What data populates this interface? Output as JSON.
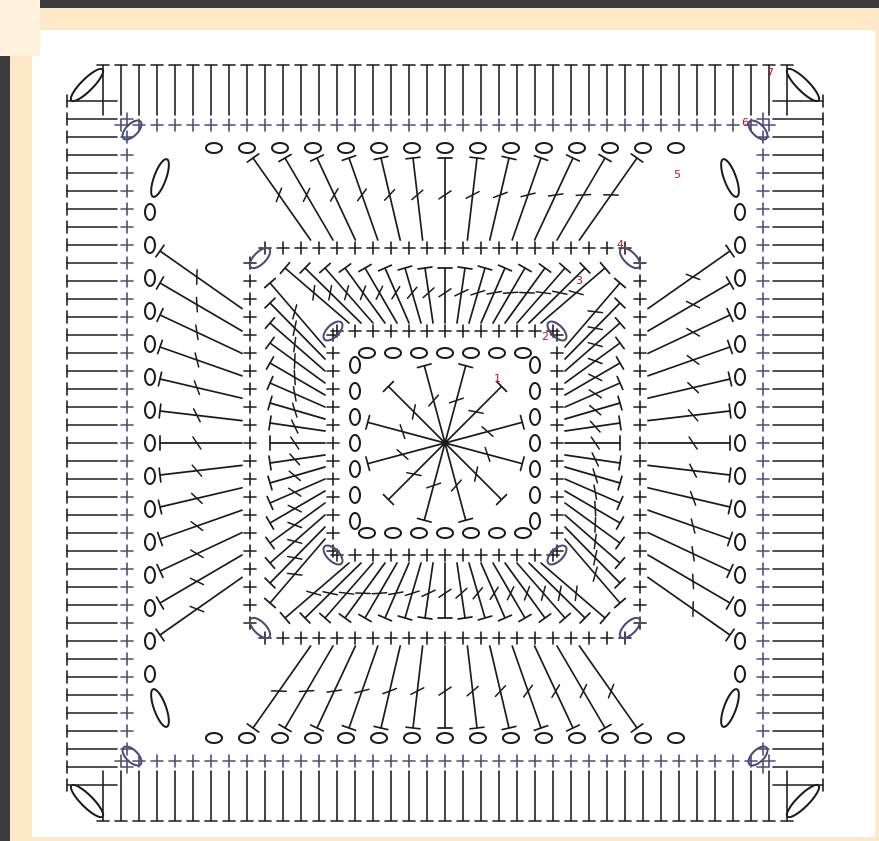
{
  "diagram": {
    "row_labels": [
      "1",
      "2",
      "3",
      "4",
      "5",
      "6",
      "7"
    ]
  },
  "colors": {
    "frame": "#fde8c8",
    "outer_background": "#3a3a3a",
    "stitch_ink": "#1a1a1a",
    "slip_stitch_ink": "#4a4a7a",
    "row_label": "#b01e32"
  },
  "icons": {
    "chain": "oval-chain-icon",
    "single_crochet": "plus-stitch-icon",
    "double_crochet": "double-crochet-icon",
    "half_double": "t-stitch-icon"
  }
}
